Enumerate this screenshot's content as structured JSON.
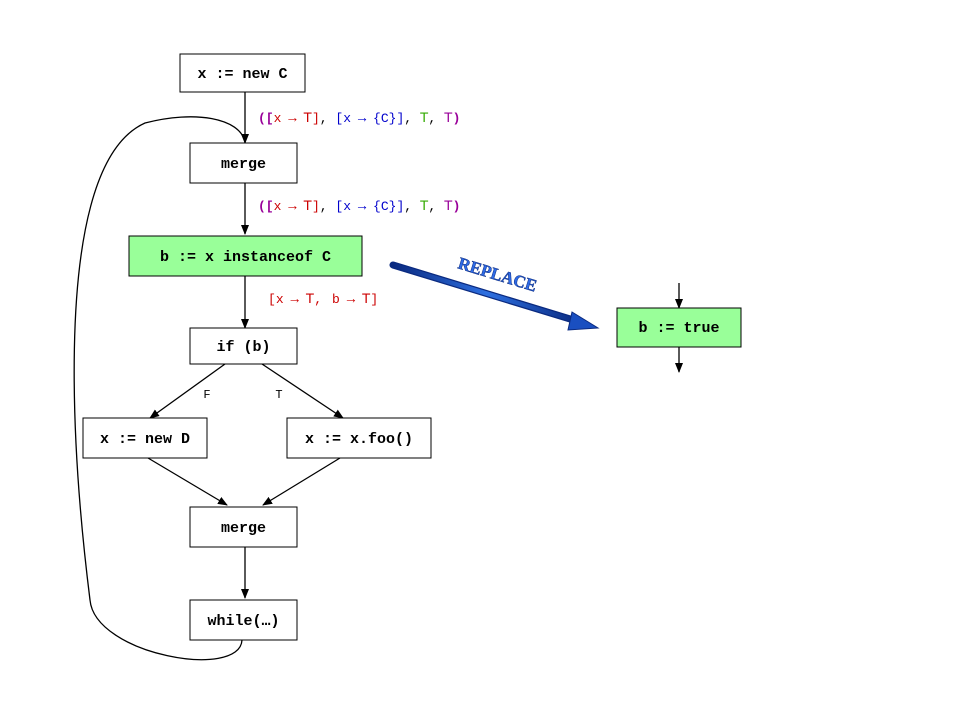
{
  "nodes": {
    "new_c": "x := new C",
    "merge_top": "merge",
    "instanceof": "b := x instanceof C",
    "if_b": "if (b)",
    "new_d": "x := new D",
    "foo": "x := x.foo()",
    "merge_bottom": "merge",
    "while": "while(…)",
    "b_true": "b := true"
  },
  "edge_labels": {
    "false": "F",
    "true": "T"
  },
  "annotations": {
    "tuple": {
      "open": "([",
      "x": "x",
      "arrow": "→",
      "top": "T",
      "close_bracket": "]",
      "comma": ", ",
      "set_open": "[",
      "set_val": "{C}",
      "set_close": "]",
      "bottom_close": ")"
    },
    "after_instanceof": {
      "open": "[",
      "x": "x",
      "arrow": "→",
      "top": "T",
      "sep": ",",
      "b": "b",
      "close": "]"
    }
  },
  "replace_label": "REPLACE",
  "colors": {
    "green_node": "#99ff99",
    "red": "#cc0000",
    "blue": "#0000cc",
    "green": "#33aa00",
    "purple": "#990099",
    "arrow_blue": "#1155dd"
  }
}
